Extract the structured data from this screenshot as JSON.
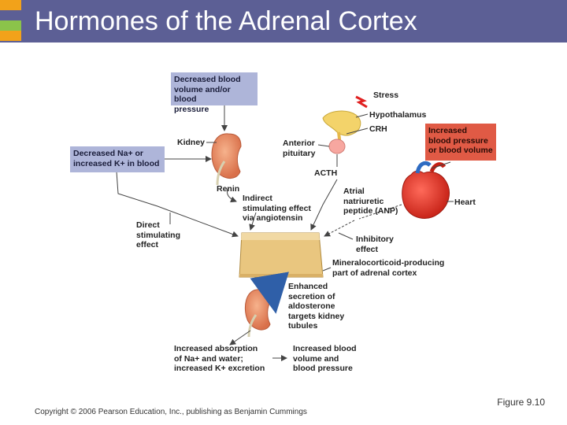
{
  "slide": {
    "title": "Hormones of the Adrenal Cortex",
    "figure_label": "Figure 9.10",
    "copyright": "Copyright © 2006 Pearson Education, Inc., publishing as Benjamin Cummings"
  },
  "diagram": {
    "boxes": {
      "decreased_blood_volume": "Decreased blood\nvolume and/or blood\npressure",
      "decreased_na": "Decreased Na+ or\nincreased K+ in blood",
      "increased_bp": "Increased\nblood pressure\nor blood volume"
    },
    "labels": {
      "stress": "Stress",
      "hypothalamus": "Hypothalamus",
      "crh": "CRH",
      "anterior_pituitary": "Anterior\npituitary",
      "acth": "ACTH",
      "kidney": "Kidney",
      "renin": "Renin",
      "indirect_effect": "Indirect\nstimulating effect\nvia angiotensin",
      "atrial_anp": "Atrial\nnatriuretic\npeptide (ANP)",
      "heart": "Heart",
      "direct_effect": "Direct\nstimulating\neffect",
      "inhibitory_effect": "Inhibitory\neffect",
      "mineralocorticoid": "Mineralocorticoid-producing\npart of adrenal cortex",
      "enhanced_secretion": "Enhanced\nsecretion of\naldosterone\ntargets kidney\ntubules",
      "increased_absorption": "Increased absorption\nof Na+ and water;\nincreased K+ excretion",
      "increased_volume": "Increased blood\nvolume and\nblood pressure"
    }
  },
  "colors": {
    "title_bar": "#5c5f95",
    "blue_box": "#aeb5d9",
    "red_box": "#e05a45",
    "accent_orange": "#f2a21a",
    "accent_green": "#8bc34a"
  }
}
